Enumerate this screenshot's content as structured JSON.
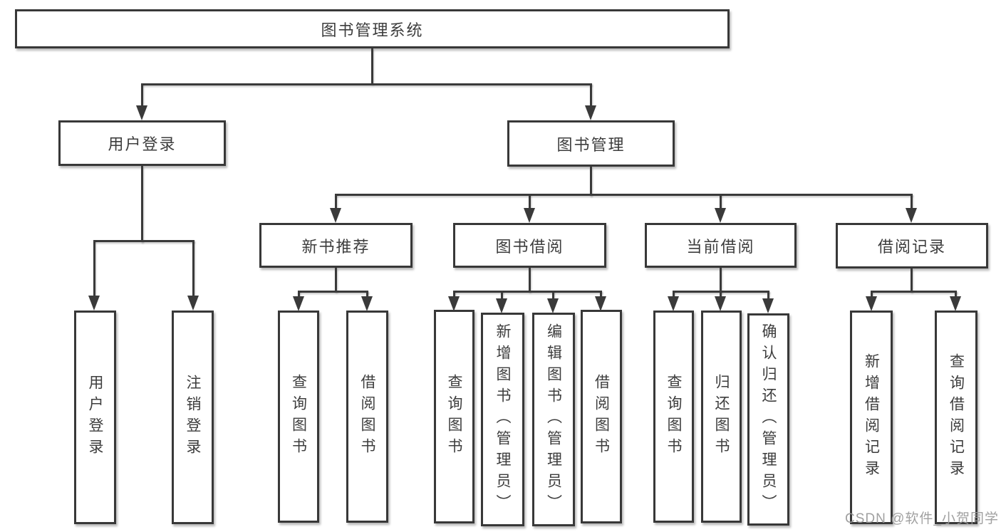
{
  "tree": {
    "label": "图书管理系统",
    "children": [
      {
        "label": "用户登录",
        "children": [
          {
            "label": "用户登录"
          },
          {
            "label": "注销登录"
          }
        ]
      },
      {
        "label": "图书管理",
        "children": [
          {
            "label": "新书推荐",
            "children": [
              {
                "label": "查询图书"
              },
              {
                "label": "借阅图书"
              }
            ]
          },
          {
            "label": "图书借阅",
            "children": [
              {
                "label": "查询图书"
              },
              {
                "label": "新增图书（管理员）"
              },
              {
                "label": "编辑图书（管理员）"
              },
              {
                "label": "借阅图书"
              }
            ]
          },
          {
            "label": "当前借阅",
            "children": [
              {
                "label": "查询图书"
              },
              {
                "label": "归还图书"
              },
              {
                "label": "确认归还（管理员）"
              }
            ]
          },
          {
            "label": "借阅记录",
            "children": [
              {
                "label": "新增借阅记录"
              },
              {
                "label": "查询借阅记录"
              }
            ]
          }
        ]
      }
    ]
  },
  "watermark": {
    "text": "CSDN @软件_小贺同学"
  },
  "colors": {
    "line": "#3a3a3a",
    "border": "#383838",
    "text": "#3d3d3d",
    "background": "#ffffff",
    "watermark": "#989898"
  }
}
